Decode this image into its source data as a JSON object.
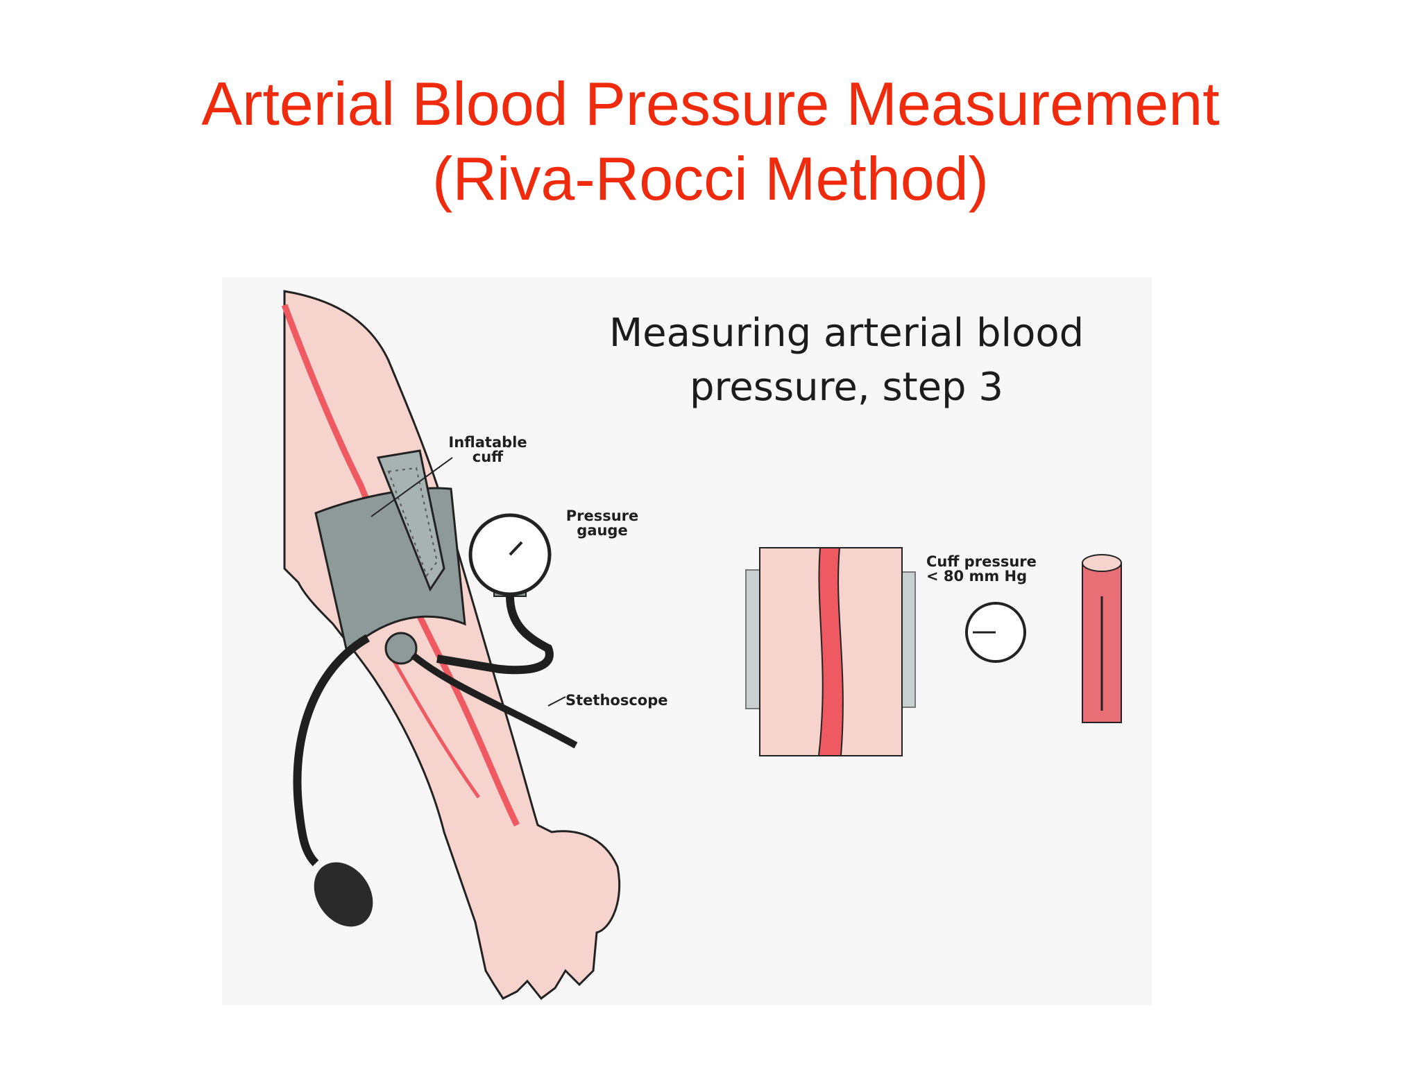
{
  "slide": {
    "title_line1": "Arterial Blood Pressure Measurement",
    "title_line2": "(Riva-Rocci Method)",
    "title_color": "#f02a0c"
  },
  "figure": {
    "heading_line1": "Measuring arterial blood",
    "heading_line2": "pressure, step 3",
    "labels": {
      "cuff_line1": "Inflatable",
      "cuff_line2": "cuff",
      "gauge_line1": "Pressure",
      "gauge_line2": "gauge",
      "stethoscope": "Stethoscope",
      "cuff_pressure_line1": "Cuff pressure",
      "cuff_pressure_line2": "< 80 mm Hg"
    },
    "colors": {
      "skin": "#f6d3cc",
      "artery": "#ef5a62",
      "cuff": "#8e9a9a",
      "tubing": "#1f1f1f",
      "vessel": "#e86f75"
    },
    "icons": [
      "arm-illustration",
      "inflatable-cuff-icon",
      "pressure-gauge-icon",
      "stethoscope-icon",
      "inflation-bulb-icon",
      "artery-cross-section-icon",
      "small-gauge-icon",
      "blood-vessel-icon"
    ]
  }
}
